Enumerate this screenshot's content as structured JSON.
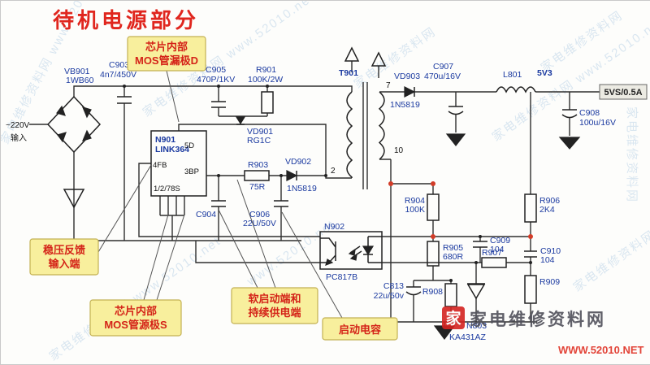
{
  "title": "待机电源部分",
  "input": {
    "l1": "~220V",
    "l2": "输入"
  },
  "callouts": {
    "drain": {
      "l1": "芯片内部",
      "l2": "MOS管漏极D"
    },
    "feedback": {
      "l1": "稳压反馈",
      "l2": "输入端"
    },
    "source": {
      "l1": "芯片内部",
      "l2": "MOS管源极S"
    },
    "softstart": {
      "l1": "软启动端和",
      "l2": "持续供电端"
    },
    "startup": {
      "l1": "启动电容"
    }
  },
  "chip": {
    "ref": "N901",
    "part": "LINK364",
    "pin_d": "5D",
    "pin_fb": "4FB",
    "pin_bp": "3BP",
    "pin_s": "1/2/78S"
  },
  "transformer": {
    "ref": "T901",
    "pin7": "7",
    "pin10": "10",
    "pin2": "2"
  },
  "opto": {
    "ref": "N902",
    "part": "PC817B"
  },
  "shunt": {
    "ref": "N803",
    "part": "KA431AZ"
  },
  "bridge": {
    "ref": "VB901",
    "part": "1WB60"
  },
  "components": {
    "c903": {
      "ref": "C903",
      "val": "4n7/450V"
    },
    "c905": {
      "ref": "C905",
      "val": "470P/1KV"
    },
    "r901": {
      "ref": "R901",
      "val": "100K/2W"
    },
    "vd901": {
      "ref": "VD901",
      "val": "RG1C"
    },
    "r903": {
      "ref": "R903",
      "val": "75R"
    },
    "vd902": {
      "ref": "VD902",
      "val": "1N5819"
    },
    "vd903": {
      "ref": "VD903",
      "val": "1N5819"
    },
    "c904": {
      "ref": "C904"
    },
    "c906": {
      "ref": "C906",
      "val": "22U/50V"
    },
    "c907": {
      "ref": "C907",
      "val": "470u/16V"
    },
    "c908": {
      "ref": "C908",
      "val": "100u/16V"
    },
    "l801": {
      "ref": "L801"
    },
    "r904": {
      "ref": "R904",
      "val": "100K"
    },
    "r905": {
      "ref": "R905",
      "val": "680R"
    },
    "r906": {
      "ref": "R906",
      "val": "2K4"
    },
    "r907": {
      "ref": "R907"
    },
    "r908": {
      "ref": "R908"
    },
    "r909": {
      "ref": "R909"
    },
    "c909": {
      "ref": "C909",
      "val": "104"
    },
    "c910": {
      "ref": "C910",
      "val": "104"
    },
    "c813": {
      "ref": "C813",
      "val": "22u/50v"
    }
  },
  "output": {
    "node": "5V3",
    "rail": "5VS/0.5A"
  },
  "watermark": {
    "site": "家电维修资料网",
    "url": "www.52010.net",
    "combo": "家电维修资料网 www.52010.net",
    "logo_char": "家",
    "brand": "家电维修资料网",
    "brand_url": "WWW.52010.NET"
  },
  "colors": {
    "title_red": "#e0261e",
    "label_blue": "#1b3aa0",
    "callout_bg": "#f8ef9d",
    "callout_text": "#d42318",
    "watermark_blue": "#a9c7e2",
    "brand_red": "#e03024",
    "wire": "#2e2e2e"
  }
}
